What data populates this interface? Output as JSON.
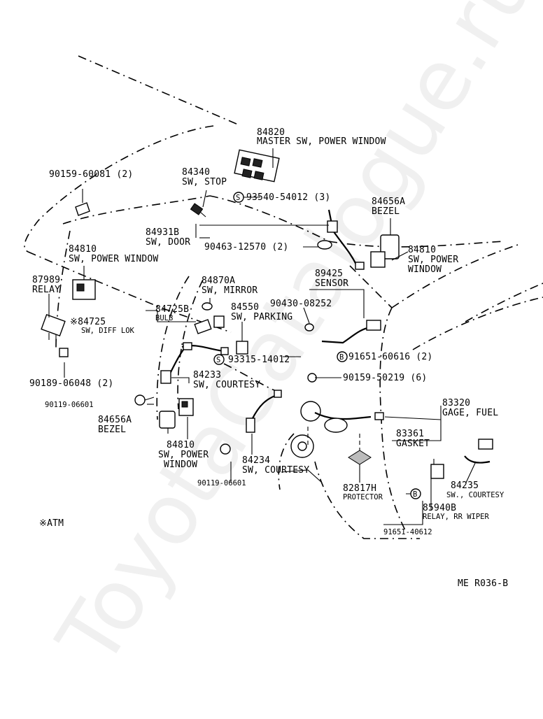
{
  "watermark": "ToyotaCatalogue.ru",
  "drawing_code": "ME R036-B",
  "atm_note": "※ATM",
  "labels": {
    "p84820": [
      "84820",
      "MASTER SW, POWER WINDOW"
    ],
    "p90159a": "90159-60081 (2)",
    "p84340": [
      "84340",
      "SW, STOP"
    ],
    "p93540": "93540-54012 (3)",
    "p84656a_top": [
      "84656A",
      "BEZEL"
    ],
    "p84931b": [
      "84931B",
      "SW, DOOR"
    ],
    "p90463": "90463-12570 (2)",
    "p84810_left": [
      "84810",
      "SW, POWER WINDOW"
    ],
    "p84810_right": [
      "84810",
      "SW, POWER",
      "WINDOW"
    ],
    "p87989": [
      "87989",
      "RELAY"
    ],
    "p89425": [
      "89425",
      "SENSOR"
    ],
    "p84870a": [
      "84870A",
      "SW, MIRROR"
    ],
    "p90430": "90430-08252",
    "p84725b": [
      "84725B",
      "BULB"
    ],
    "p84550": [
      "84550",
      "SW, PARKING"
    ],
    "p84725": [
      "※84725",
      "SW, DIFF LOK"
    ],
    "p91651a": "91651-60616 (2)",
    "p93315": "93315-14012",
    "p90189": "90189-06048 (2)",
    "p84233": [
      "84233",
      "SW, COURTESY"
    ],
    "p90159b": "90159-50219 (6)",
    "p90119a": "90119-06601",
    "p83320": [
      "83320",
      "GAGE, FUEL"
    ],
    "p84656a_bottom": [
      "84656A",
      "BEZEL"
    ],
    "p83361": [
      "83361",
      "GASKET"
    ],
    "p84810_bottom": [
      "84810",
      "SW, POWER",
      "WINDOW"
    ],
    "p84234": [
      "84234",
      "SW, COURTESY"
    ],
    "p84235": [
      "84235",
      "SW., COURTESY"
    ],
    "p90119b": "90119-06601",
    "p82817h": [
      "82817H",
      "PROTECTOR"
    ],
    "p85940b": [
      "85940B",
      "RELAY, RR WIPER"
    ],
    "p91651b": "91651-40612",
    "marker_s": "S",
    "marker_b": "B"
  }
}
